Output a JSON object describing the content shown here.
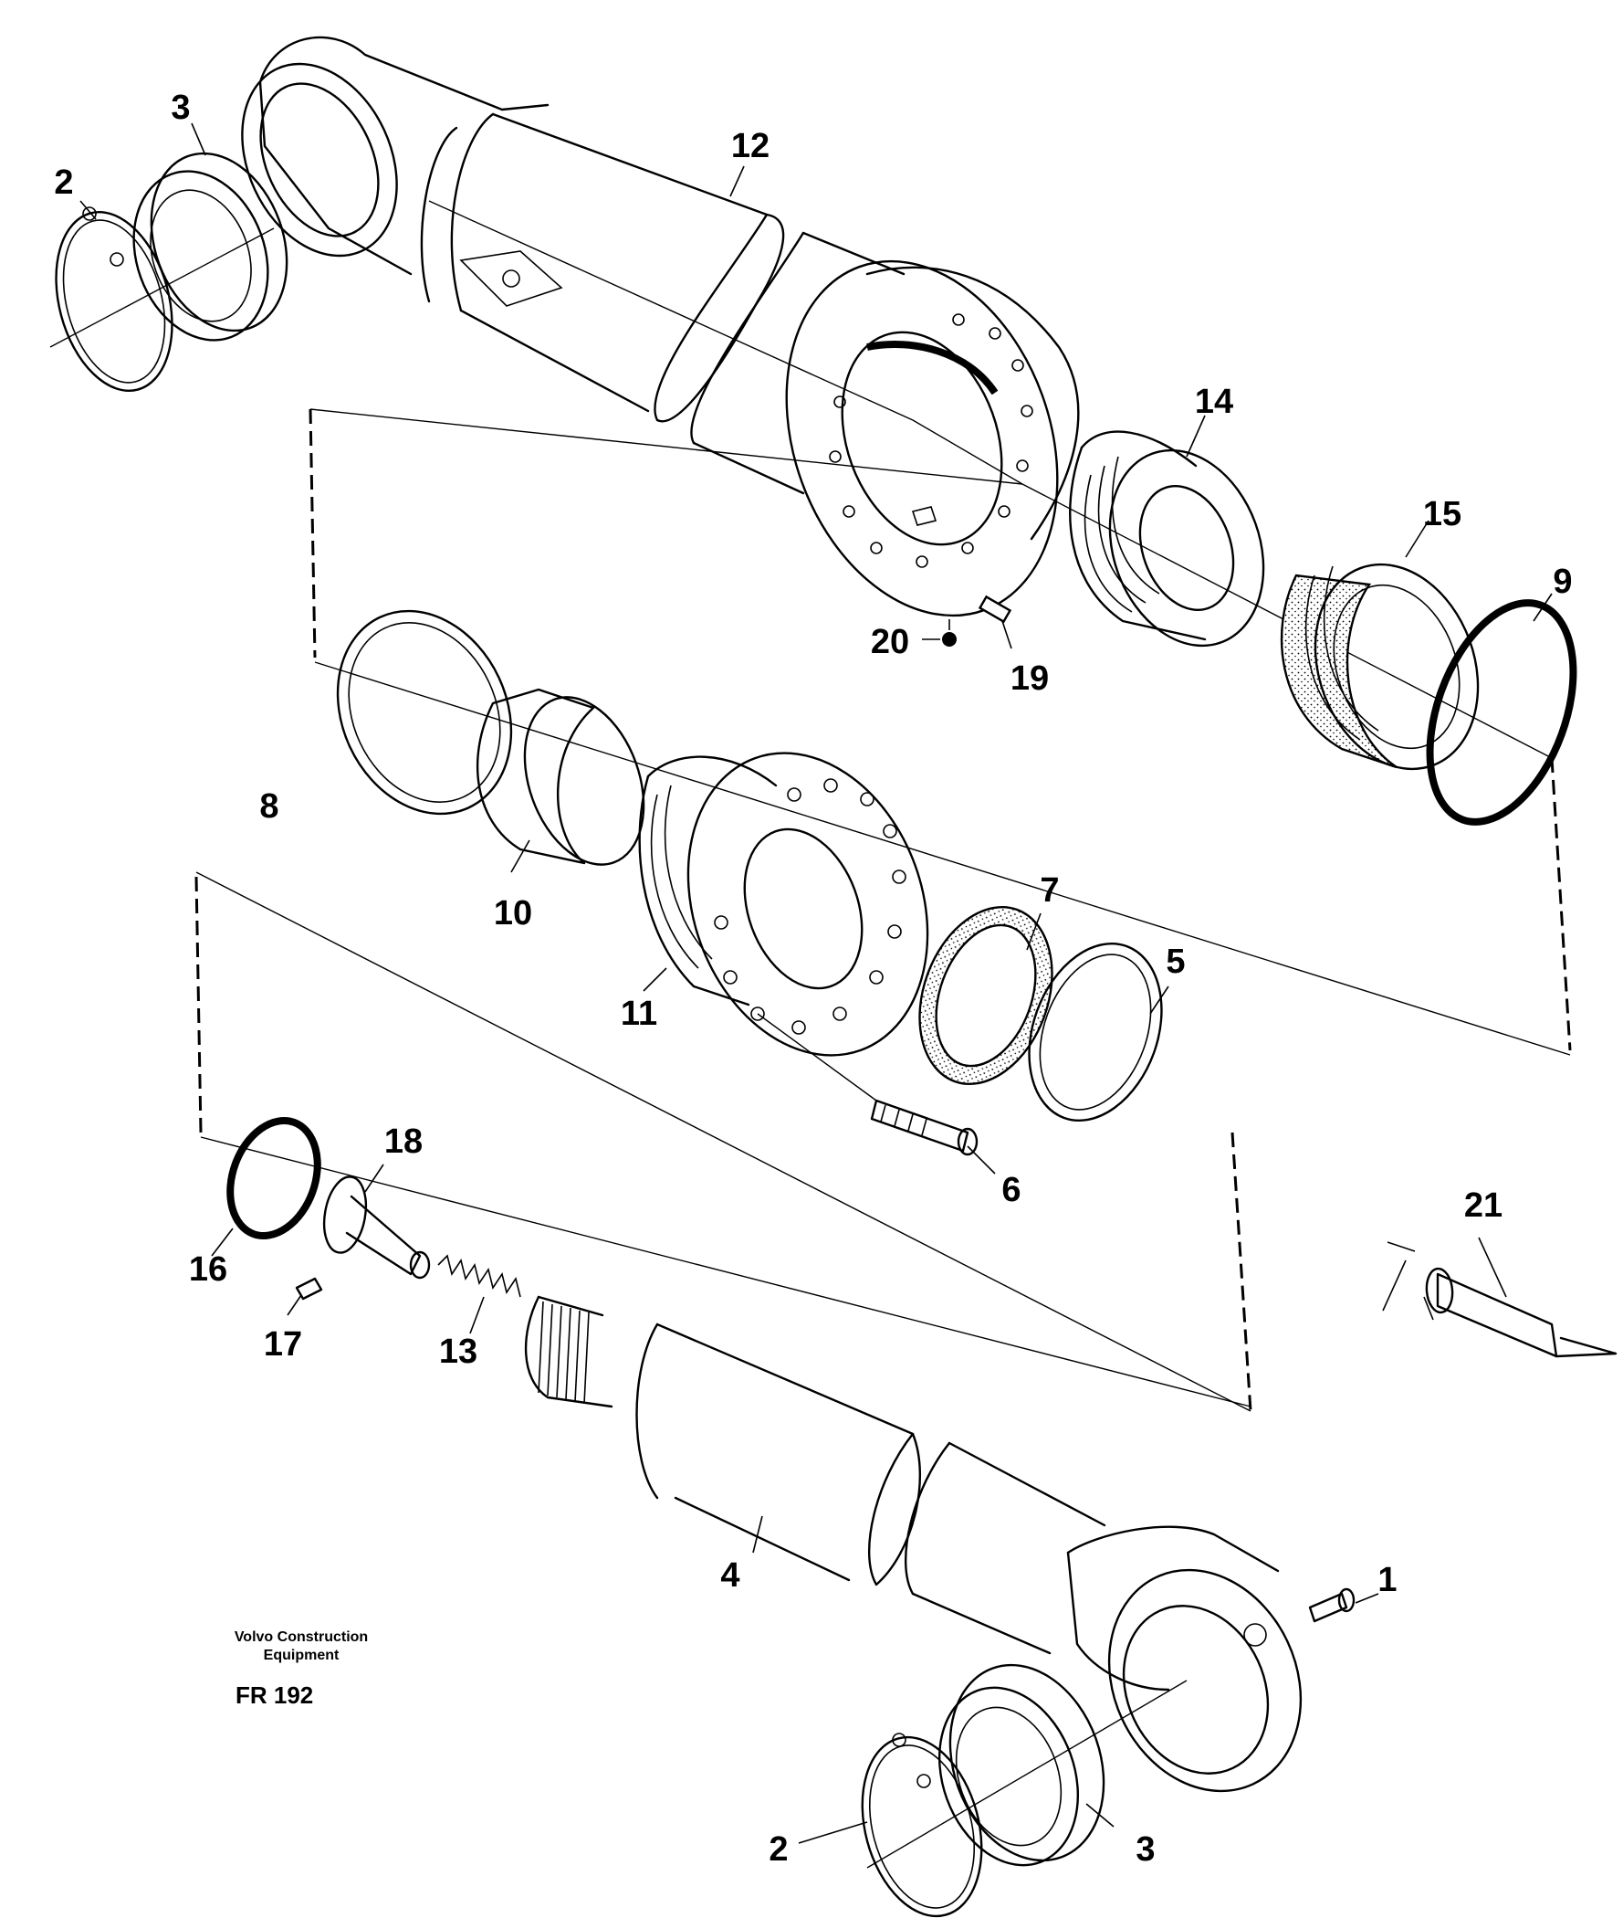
{
  "drawing": {
    "credit_line1": "Volvo Construction",
    "credit_line2": "Equipment",
    "figure_ref": "FR 192"
  },
  "callouts": [
    {
      "id": "c2-top",
      "text": "2"
    },
    {
      "id": "c3-top",
      "text": "3"
    },
    {
      "id": "c12",
      "text": "12"
    },
    {
      "id": "c14",
      "text": "14"
    },
    {
      "id": "c15",
      "text": "15"
    },
    {
      "id": "c9",
      "text": "9"
    },
    {
      "id": "c20",
      "text": "20"
    },
    {
      "id": "c19",
      "text": "19"
    },
    {
      "id": "c8",
      "text": "8"
    },
    {
      "id": "c10",
      "text": "10"
    },
    {
      "id": "c7",
      "text": "7"
    },
    {
      "id": "c5",
      "text": "5"
    },
    {
      "id": "c11",
      "text": "11"
    },
    {
      "id": "c6",
      "text": "6"
    },
    {
      "id": "c18",
      "text": "18"
    },
    {
      "id": "c16",
      "text": "16"
    },
    {
      "id": "c17",
      "text": "17"
    },
    {
      "id": "c13",
      "text": "13"
    },
    {
      "id": "c21",
      "text": "21"
    },
    {
      "id": "c4",
      "text": "4"
    },
    {
      "id": "c1",
      "text": "1"
    },
    {
      "id": "c2-bottom",
      "text": "2"
    },
    {
      "id": "c3-bottom",
      "text": "3"
    }
  ]
}
